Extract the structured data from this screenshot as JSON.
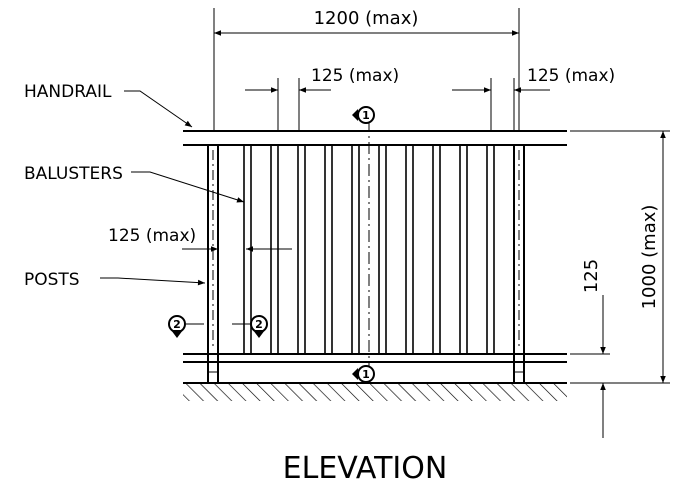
{
  "labels": {
    "handrail": "HANDRAIL",
    "balusters": "BALUSTERS",
    "posts": "POSTS",
    "title": "ELEVATION"
  },
  "dimensions": {
    "overall_width": "1200 (max)",
    "baluster_gap_top": "125 (max)",
    "post_gap_top": "125 (max)",
    "baluster_gap_left": "125 (max)",
    "bottom_gap": "125",
    "overall_height": "1000 (max)"
  },
  "section_markers": {
    "top": "1",
    "bottom": "1",
    "left": "2",
    "right": "2"
  }
}
